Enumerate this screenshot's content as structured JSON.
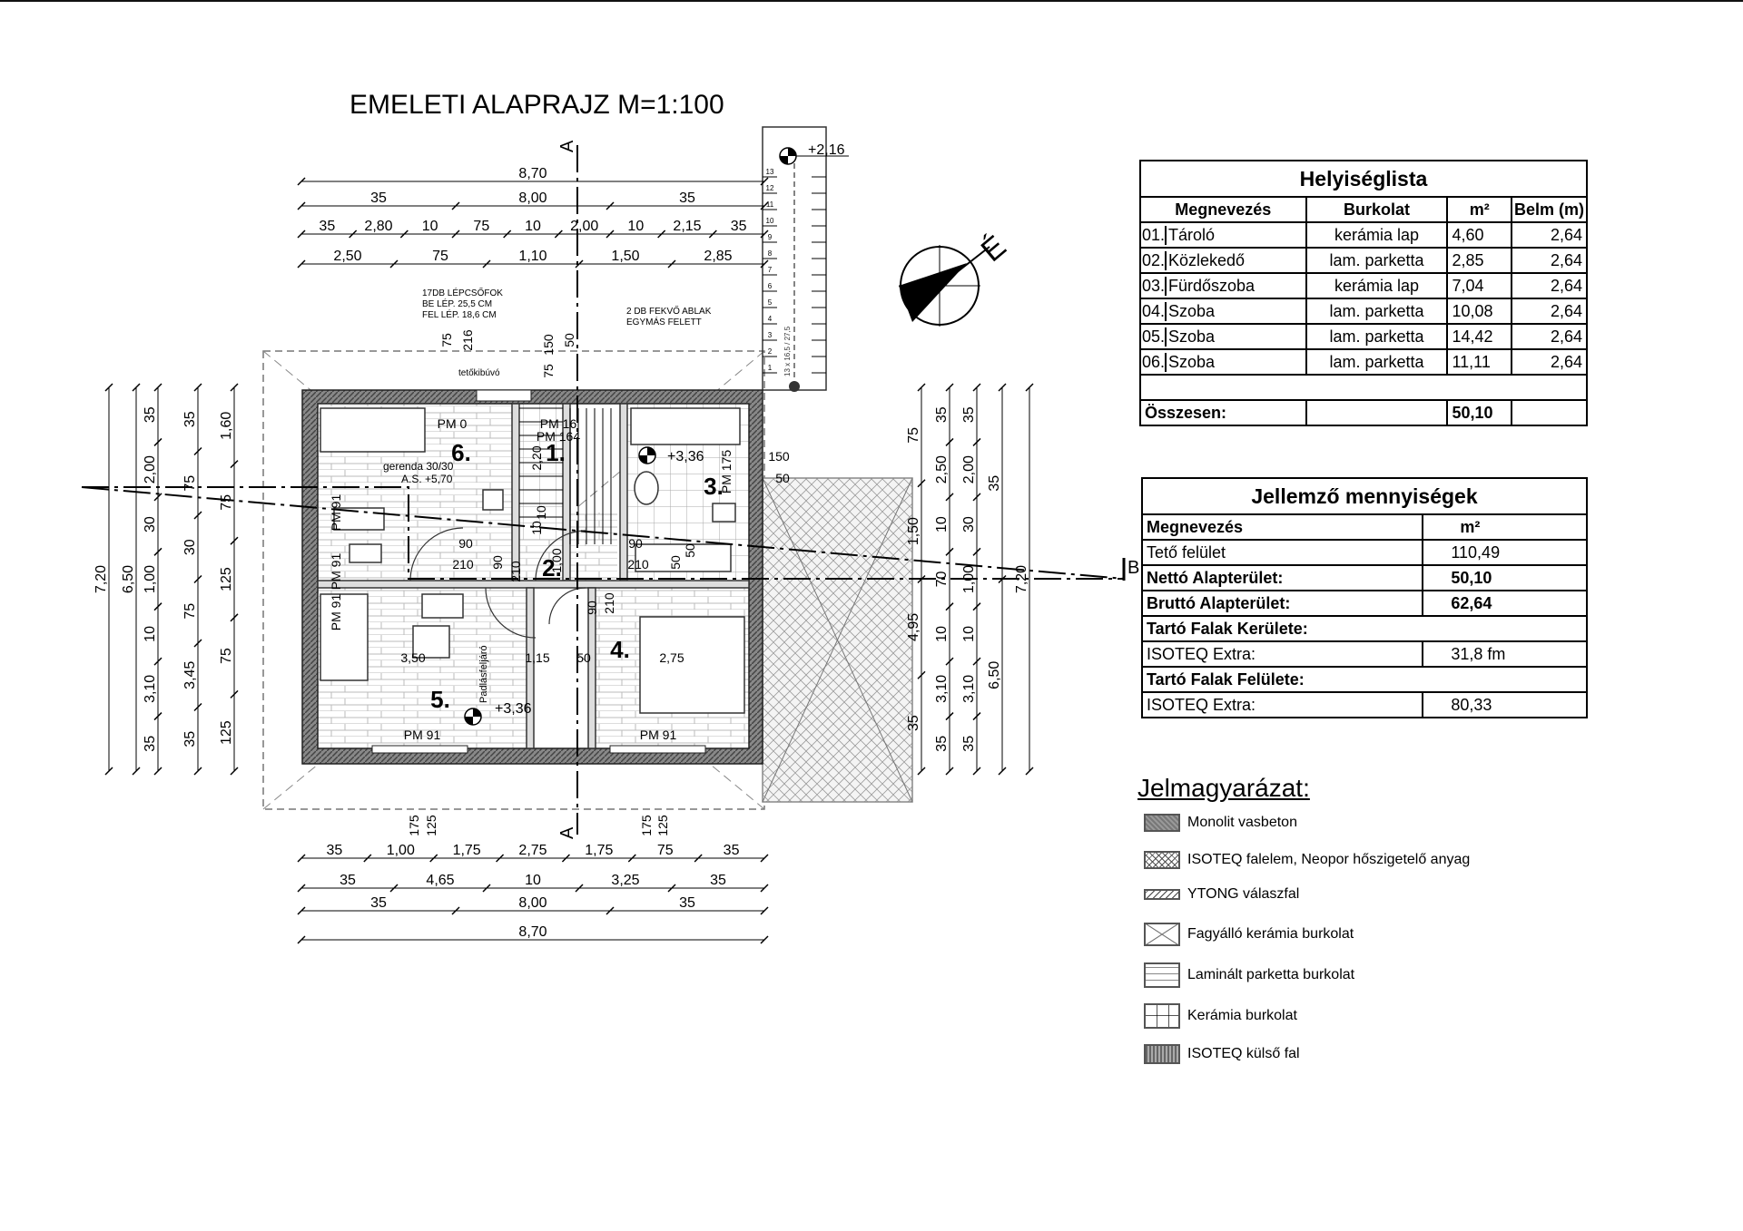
{
  "drawing": {
    "title": "EMELETI ALAPRAJZ M=1:100",
    "section_mark": "A",
    "section_mark_b": "B",
    "north_label": "É",
    "level_entry": "+2,16",
    "level_floor": "+3,36",
    "notes": {
      "stairs": [
        "17DB LÉPCSŐFOK",
        "BE LÉP. 25,5 CM",
        "FEL LÉP. 18,6 CM"
      ],
      "windows": [
        "2 DB FEKVŐ ABLAK",
        "EGYMÁS FELETT"
      ],
      "roof_hatch": "tetőkibúvó",
      "beam": [
        "gerenda 30/30",
        "A.S. +5,70"
      ],
      "attic_ladder": "Padlásfeljáró"
    },
    "room_numbers": [
      "1.",
      "2.",
      "3.",
      "4.",
      "5.",
      "6."
    ],
    "window_tags": [
      "PM 0",
      "PM 16",
      "PM 164",
      "PM 175",
      "PM 91",
      "PM 91",
      "PM 91",
      "PM 91",
      "PM 91"
    ],
    "dims_top": [
      [
        "8,70"
      ],
      [
        "35",
        "8,00",
        "35"
      ],
      [
        "35",
        "2,80",
        "10",
        "75",
        "10",
        "2,00",
        "10",
        "2,15",
        "35"
      ],
      [
        "2,50",
        "75",
        "1,10",
        "1,50",
        "2,85"
      ]
    ],
    "dims_bottom": [
      [
        "35",
        "1,00",
        "1,75",
        "2,75",
        "1,75",
        "75",
        "35"
      ],
      [
        "35",
        "4,65",
        "10",
        "3,25",
        "35"
      ],
      [
        "35",
        "8,00",
        "35"
      ],
      [
        "8,70"
      ]
    ],
    "dims_left": [
      [
        "7,20"
      ],
      [
        "6,50"
      ],
      [
        "35",
        "2,00",
        "30",
        "1,00",
        "10",
        "3,10",
        "35"
      ],
      [
        "35",
        "75",
        "30",
        "75",
        "3,45",
        "35"
      ],
      [
        "1,60",
        "75",
        "125",
        "75",
        "125"
      ]
    ],
    "dims_right": [
      [
        "75",
        "1,50",
        "4,95",
        "35"
      ],
      [
        "35",
        "2,50",
        "10",
        "70",
        "10",
        "3,10",
        "35"
      ],
      [
        "35",
        "2,00",
        "30",
        "1,00",
        "10",
        "3,10",
        "35"
      ],
      [
        "35",
        "6,50"
      ],
      [
        "7,20"
      ]
    ],
    "dims_inner": [
      "3,50",
      "1,15",
      "50",
      "2,75",
      "90",
      "210",
      "90",
      "210",
      "90",
      "210",
      "90",
      "210",
      "50",
      "50",
      "150",
      "50",
      "2,20",
      "10",
      "1,00",
      "10",
      "75",
      "216",
      "150",
      "75",
      "50",
      "175",
      "125",
      "175",
      "125"
    ],
    "stair_steps": [
      "13",
      "12",
      "11",
      "10",
      "9",
      "8",
      "7",
      "6",
      "5",
      "4",
      "3",
      "2",
      "1"
    ],
    "stair_note": "13 x 16,5 / 27,5"
  },
  "room_table": {
    "title": "Helyiséglista",
    "headers": [
      "Megnevezés",
      "Burkolat",
      "m²",
      "Belm (m)"
    ],
    "rows": [
      {
        "no": "01.",
        "name": "Tároló",
        "floor": "kerámia lap",
        "area": "4,60",
        "height": "2,64"
      },
      {
        "no": "02.",
        "name": "Közlekedő",
        "floor": "lam. parketta",
        "area": "2,85",
        "height": "2,64"
      },
      {
        "no": "03.",
        "name": "Fürdőszoba",
        "floor": "kerámia lap",
        "area": "7,04",
        "height": "2,64"
      },
      {
        "no": "04.",
        "name": "Szoba",
        "floor": "lam. parketta",
        "area": "10,08",
        "height": "2,64"
      },
      {
        "no": "05.",
        "name": "Szoba",
        "floor": "lam. parketta",
        "area": "14,42",
        "height": "2,64"
      },
      {
        "no": "06.",
        "name": "Szoba",
        "floor": "lam. parketta",
        "area": "11,11",
        "height": "2,64"
      }
    ],
    "total_label": "Összesen:",
    "total_value": "50,10"
  },
  "qty_table": {
    "title": "Jellemző mennyiségek",
    "headers": [
      "Megnevezés",
      "m²"
    ],
    "rows": [
      {
        "label": "Tető felület",
        "value": "110,49"
      },
      {
        "label": "Nettó Alapterület:",
        "value": "50,10"
      },
      {
        "label": "Bruttó Alapterület:",
        "value": "62,64"
      }
    ],
    "section1": "Tartó Falak Kerülete:",
    "row_section1": {
      "label": "ISOTEQ Extra:",
      "value": "31,8 fm"
    },
    "section2": "Tartó Falak Felülete:",
    "row_section2": {
      "label": "ISOTEQ Extra:",
      "value": "80,33"
    }
  },
  "legend": {
    "title": "Jelmagyarázat:",
    "items": [
      "Monolit vasbeton",
      "ISOTEQ falelem, Neopor hőszigetelő anyag",
      "YTONG válaszfal",
      "Fagyálló kerámia burkolat",
      "Laminált parketta burkolat",
      "Kerámia burkolat",
      "ISOTEQ külső fal"
    ]
  }
}
